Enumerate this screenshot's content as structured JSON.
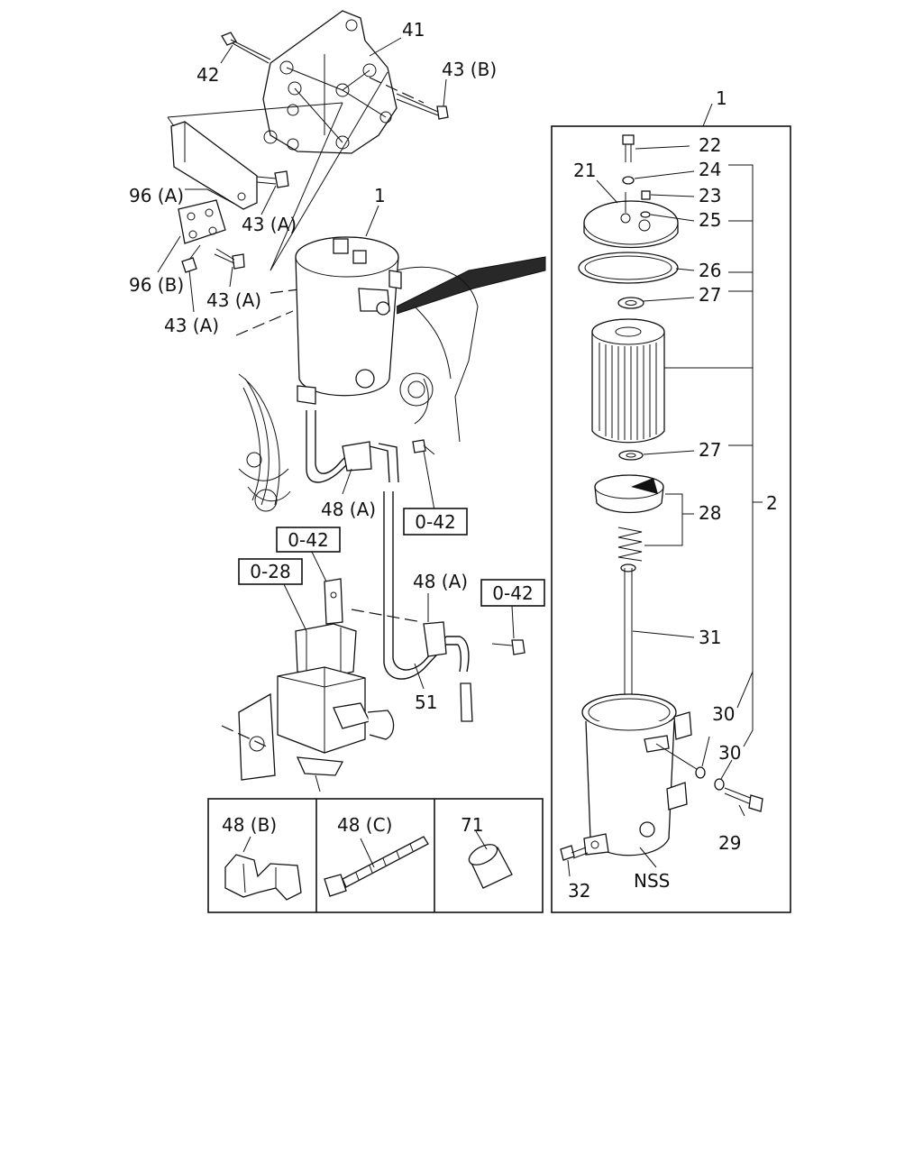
{
  "callouts": {
    "c41": "41",
    "c42": "42",
    "c43b": "43 (B)",
    "c96a": "96 (A)",
    "c43a_1": "43 (A)",
    "c96b": "96 (B)",
    "c43a_2": "43 (A)",
    "c43a_3": "43 (A)",
    "c1_left": "1",
    "c1_top": "1",
    "c48a_1": "48 (A)",
    "c48a_2": "48 (A)",
    "c51": "51",
    "c21": "21",
    "c22": "22",
    "c23": "23",
    "c24": "24",
    "c25": "25",
    "c26": "26",
    "c27_1": "27",
    "c27_2": "27",
    "c28": "28",
    "c2": "2",
    "c31": "31",
    "c30_1": "30",
    "c30_2": "30",
    "c29": "29",
    "c32": "32",
    "nss": "NSS"
  },
  "reference_boxes": {
    "ref1": "0-42",
    "ref2": "0-42",
    "ref3": "0-28",
    "ref4": "0-42"
  },
  "inset_panels": {
    "p48b": "48 (B)",
    "p48c": "48 (C)",
    "p71": "71"
  }
}
